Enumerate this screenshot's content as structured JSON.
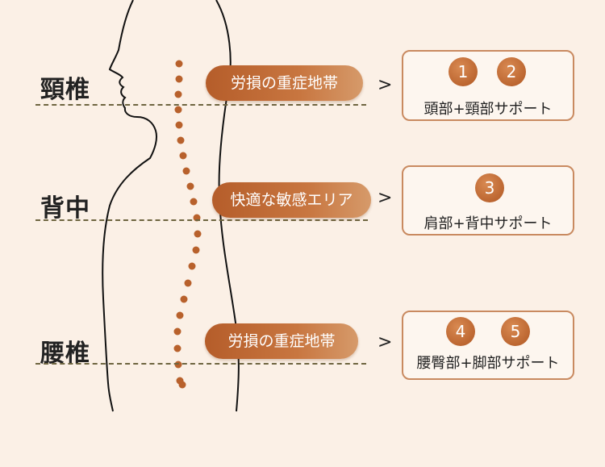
{
  "regions": [
    {
      "label": "頸椎",
      "pill": "労損の重症地帯",
      "arrow": ">",
      "badges": [
        "1",
        "2"
      ],
      "support": "頭部+頸部サポート"
    },
    {
      "label": "背中",
      "pill": "快適な敏感エリア",
      "arrow": ">",
      "badges": [
        "3"
      ],
      "support": "肩部+背中サポート"
    },
    {
      "label": "腰椎",
      "pill": "労損の重症地帯",
      "arrow": ">",
      "badges": [
        "4",
        "5"
      ],
      "support": "腰臀部+脚部サポート"
    }
  ],
  "colors": {
    "background": "#fbf0e6",
    "accent": "#b8612c",
    "dash": "#6e6540",
    "card_border": "#c98a60"
  }
}
